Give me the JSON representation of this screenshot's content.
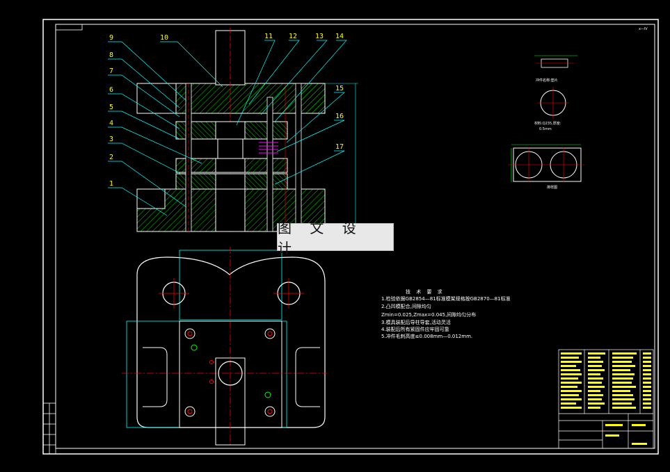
{
  "drawing": {
    "part_numbers": [
      "1",
      "2",
      "3",
      "4",
      "5",
      "6",
      "7",
      "8",
      "9",
      "10",
      "11",
      "12",
      "13",
      "14",
      "15",
      "16",
      "17"
    ],
    "watermark": "图 文 设 计",
    "top_right_mark": "ⅹ—Ⅳ",
    "tech_req": {
      "title": "技 术 要 求",
      "line1": "1.检验依据GB2854—81标准模架规格按GB2870—81标准",
      "line2": "2.凸凹模配合,间隙均匀",
      "line3": "Zmin=0.025,Zmax=0.045,间隙均匀分布",
      "line4": "3.模具装配后导柱导套,活动灵活",
      "line5": "4.装配后所有紧固件应牢固可靠",
      "line6": "5.冲件毛刺高度≤0.008mm—0.012mm."
    },
    "side_notes": {
      "note1": "冲件名称:垫片",
      "note2": "材料:Q235,厚度:",
      "note3": "0.5mm",
      "note4": "排样图"
    },
    "colors": {
      "yellow": "#ffff00",
      "green": "#00ff00",
      "cyan": "#00ffff",
      "red": "#ff0000",
      "white": "#ffffff",
      "magenta": "#ff00ff"
    }
  }
}
